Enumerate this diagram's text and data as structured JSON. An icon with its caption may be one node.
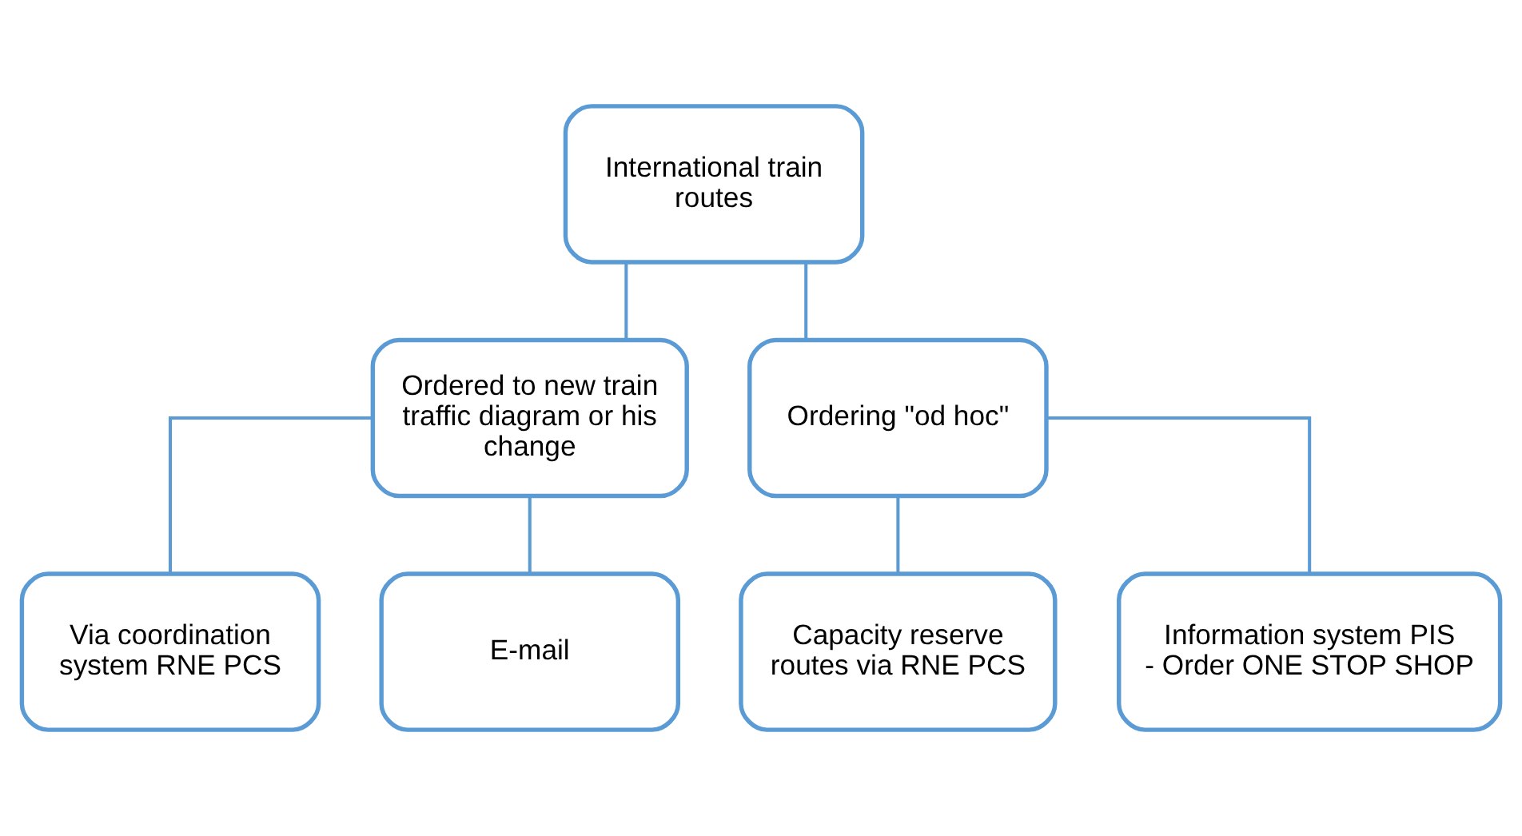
{
  "diagram": {
    "nodes": [
      {
        "text": [
          "International train routes"
        ]
      },
      {
        "text": [
          "Ordered to new train traffic diagram or his change"
        ]
      },
      {
        "text": [
          "Ordering \"od hoc\""
        ]
      },
      {
        "text": [
          "Via coordination system RNE PCS"
        ]
      },
      {
        "text": [
          "E-mail"
        ]
      },
      {
        "text": [
          "Capacity reserve routes via RNE PCS"
        ]
      },
      {
        "text": [
          "Information system PIS - Order ONE STOP SHOP"
        ]
      }
    ],
    "edges": [
      {
        "from": 0,
        "to": 1,
        "arrow": "none"
      },
      {
        "from": 0,
        "to": 2,
        "arrow": "none"
      },
      {
        "from": 1,
        "to": 3,
        "arrow": "none"
      },
      {
        "from": 1,
        "to": 4,
        "arrow": "none"
      },
      {
        "from": 2,
        "to": 5,
        "arrow": "none"
      },
      {
        "from": 2,
        "to": 6,
        "arrow": "none"
      }
    ]
  }
}
